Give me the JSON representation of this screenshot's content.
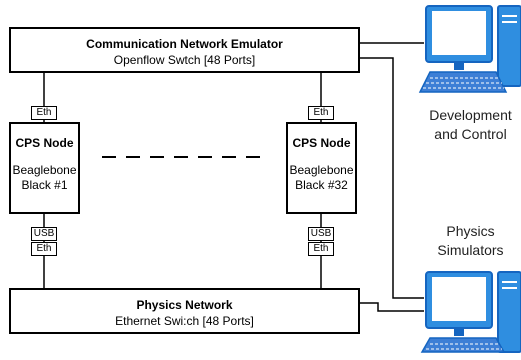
{
  "emulator": {
    "title": "Communication Network Emulator",
    "subtitle": "Openflow Swtch [48 Ports]"
  },
  "physics_network": {
    "title": "Physics Network",
    "subtitle": "Ethernet Swi:ch [48 Ports]"
  },
  "nodes": [
    {
      "title": "CPS Node",
      "line1": "Beaglebone",
      "line2": "Black #1",
      "eth_label": "Eth",
      "usb_label": "USB",
      "eth2_label": "Eth"
    },
    {
      "title": "CPS Node",
      "line1": "Beaglebone",
      "line2": "Black #32",
      "eth_label": "Eth",
      "usb_label": "USB",
      "eth2_label": "Eth"
    }
  ],
  "computers": [
    {
      "label_line1": "Development",
      "label_line2": "and Control",
      "icon": "computer-icon"
    },
    {
      "label_line1": "Physics",
      "label_line2": "Simulators",
      "icon": "computer-icon"
    }
  ],
  "colors": {
    "monitor_blue": "#2f8ee0",
    "monitor_dark": "#1565c0",
    "screen_white": "#ffffff",
    "keyboard": "#3d7fd6"
  }
}
